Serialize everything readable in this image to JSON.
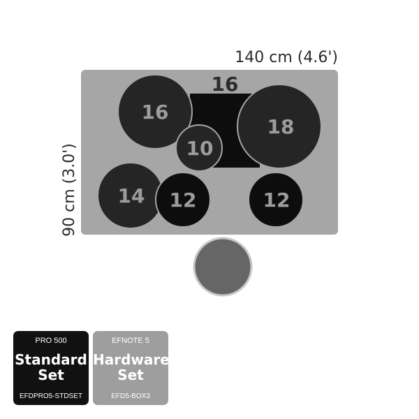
{
  "diagram": {
    "width_label": "140 cm (4.6')",
    "height_label": "90 cm (3.0')",
    "top_label": "16",
    "drums": [
      {
        "id": "tom-left",
        "label": "16"
      },
      {
        "id": "tom-center",
        "label": "10"
      },
      {
        "id": "floor-right",
        "label": "18"
      },
      {
        "id": "tom-lower-left",
        "label": "14"
      },
      {
        "id": "tom-lower-mid",
        "label": "12"
      },
      {
        "id": "tom-lower-right",
        "label": "12"
      }
    ],
    "colors": {
      "mat": "#a6a6a6",
      "drum": "#252525",
      "center_block": "#0d0d0d",
      "kick_pad": "#666666"
    }
  },
  "sets": [
    {
      "model": "PRO 500",
      "title_line1": "Standard",
      "title_line2": "Set",
      "sku": "EFDPRO5-STDSET"
    },
    {
      "model": "EFNOTE 5",
      "title_line1": "Hardware",
      "title_line2": "Set",
      "sku": "EFD5-BOX3"
    }
  ]
}
